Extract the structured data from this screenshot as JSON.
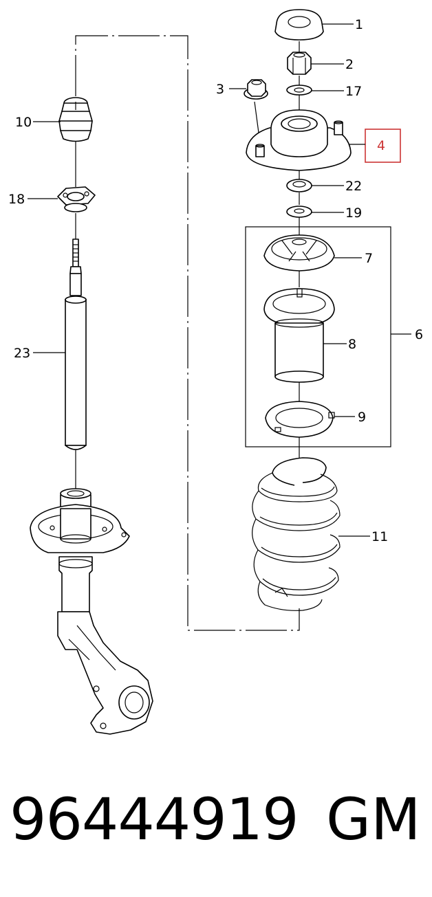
{
  "callouts": {
    "c1": "1",
    "c2": "2",
    "c3": "3",
    "c4": "4",
    "c6": "6",
    "c7": "7",
    "c8": "8",
    "c9": "9",
    "c10": "10",
    "c11": "11",
    "c17": "17",
    "c18": "18",
    "c19": "19",
    "c22": "22",
    "c23": "23"
  },
  "highlighted_callout": "4",
  "highlight_color": "#cc3333",
  "footer": {
    "part_number": "96444919",
    "brand": "GM"
  }
}
